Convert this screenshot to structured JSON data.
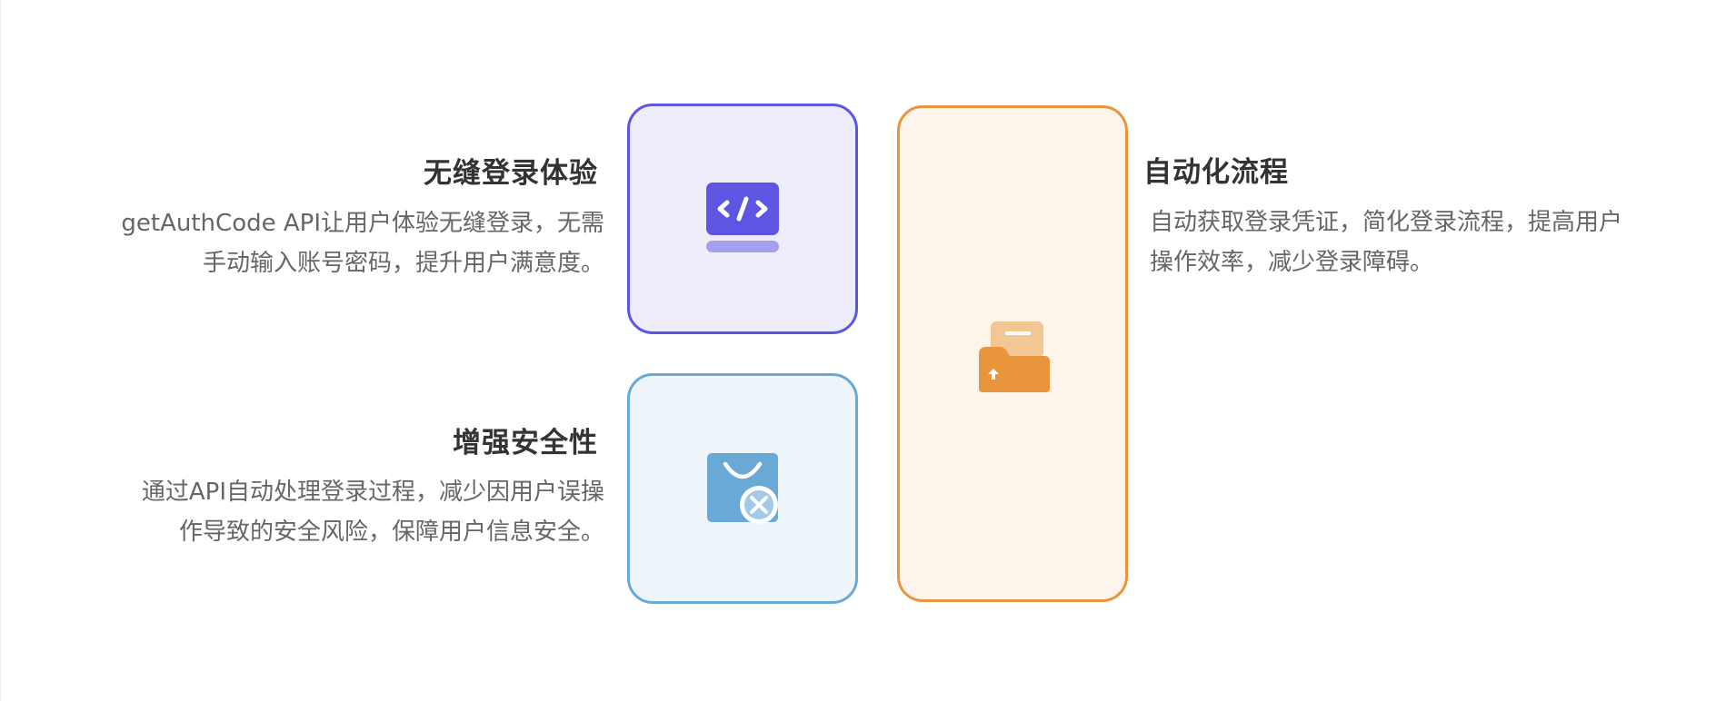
{
  "features": [
    {
      "title": "无缝登录体验",
      "description": "getAuthCode API让用户体验无缝登录，无需手动输入账号密码，提升用户满意度。",
      "icon": "code-laptop-icon",
      "accent": "#5e55e3",
      "card_bg": "#efedfb"
    },
    {
      "title": "增强安全性",
      "description": "通过API自动处理登录过程，减少因用户误操作导致的安全风险，保障用户信息安全。",
      "icon": "shopping-bag-tools-icon",
      "accent": "#6aa9d6",
      "card_bg": "#eef5fa"
    },
    {
      "title": "自动化流程",
      "description": "自动获取登录凭证，简化登录流程，提高用户操作效率，减少登录障碍。",
      "icon": "folder-upload-icon",
      "accent": "#e8953c",
      "card_bg": "#fdf4eb"
    }
  ]
}
